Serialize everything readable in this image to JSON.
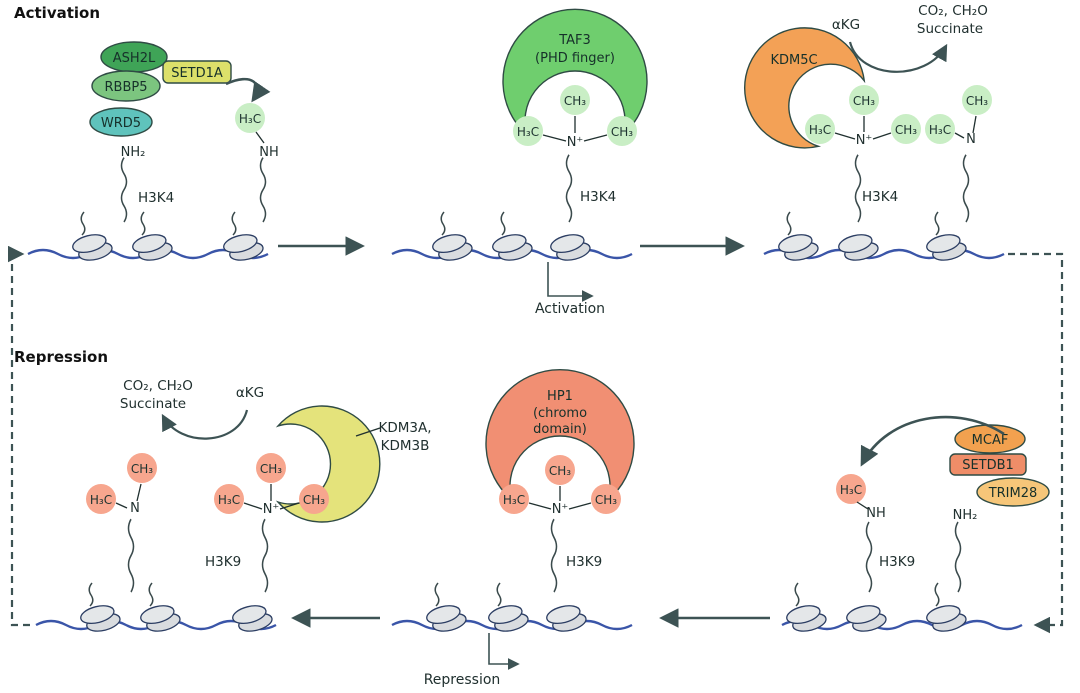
{
  "headers": {
    "activation": "Activation",
    "repression": "Repression"
  },
  "top": {
    "writer": {
      "ash2l": "ASH2L",
      "rbbp5": "RBBP5",
      "wrd5": "WRD5",
      "setd1a": "SETD1A",
      "nh2": "NH₂",
      "h3c": "H₃C",
      "nh": "NH",
      "site": "H3K4"
    },
    "reader": {
      "name": "TAF3",
      "domain": "(PHD finger)",
      "ch3_top": "CH₃",
      "h3c_left": "H₃C",
      "ch3_right": "CH₃",
      "n": "N⁺",
      "site": "H3K4",
      "output": "Activation"
    },
    "eraser": {
      "name": "KDM5C",
      "cofactor": "αKG",
      "products1": "CO₂, CH₂O",
      "products2": "Succinate",
      "tri_top": "CH₃",
      "tri_left": "H₃C",
      "tri_right": "CH₃",
      "tri_n": "N⁺",
      "di_top": "CH₃",
      "di_left": "H₃C",
      "di_n": "N",
      "site": "H3K4"
    }
  },
  "bottom": {
    "eraser": {
      "name1": "KDM3A,",
      "name2": "KDM3B",
      "cofactor": "αKG",
      "products1": "CO₂, CH₂O",
      "products2": "Succinate",
      "tri_top": "CH₃",
      "tri_left": "H₃C",
      "tri_right": "CH₃",
      "tri_n": "N⁺",
      "di_top": "CH₃",
      "di_left": "H₃C",
      "di_n": "N",
      "site": "H3K9"
    },
    "reader": {
      "name": "HP1",
      "domain1": "(chromo",
      "domain2": "domain)",
      "ch3_top": "CH₃",
      "h3c_left": "H₃C",
      "ch3_right": "CH₃",
      "n": "N⁺",
      "site": "H3K9",
      "output": "Repression"
    },
    "writer": {
      "mcaf": "MCAF",
      "setdb1": "SETDB1",
      "trim28": "TRIM28",
      "h3c": "H₃C",
      "nh": "NH",
      "nh2": "NH₂",
      "site": "H3K9"
    }
  },
  "colors": {
    "dna": "#3a55a8",
    "arrow": "#3d5354",
    "tail": "#3a4a4c",
    "ash2l": "#3fa457",
    "rbbp5": "#7cc57f",
    "wrd5": "#5fc3bc",
    "setd1a": "#dce06a",
    "methyl_active": "#c9eec5",
    "taf3": "#6fce6e",
    "kdm5c": "#f3a156",
    "methyl_repressive": "#f7a68e",
    "kdm3": "#e4e37b",
    "hp1": "#f18f73",
    "mcaf": "#f2a14f",
    "setdb1": "#ef8d68",
    "trim28": "#f6c679",
    "nucleosome_fill": "#d9dcdf",
    "nucleosome_stroke": "#2c3e63"
  }
}
